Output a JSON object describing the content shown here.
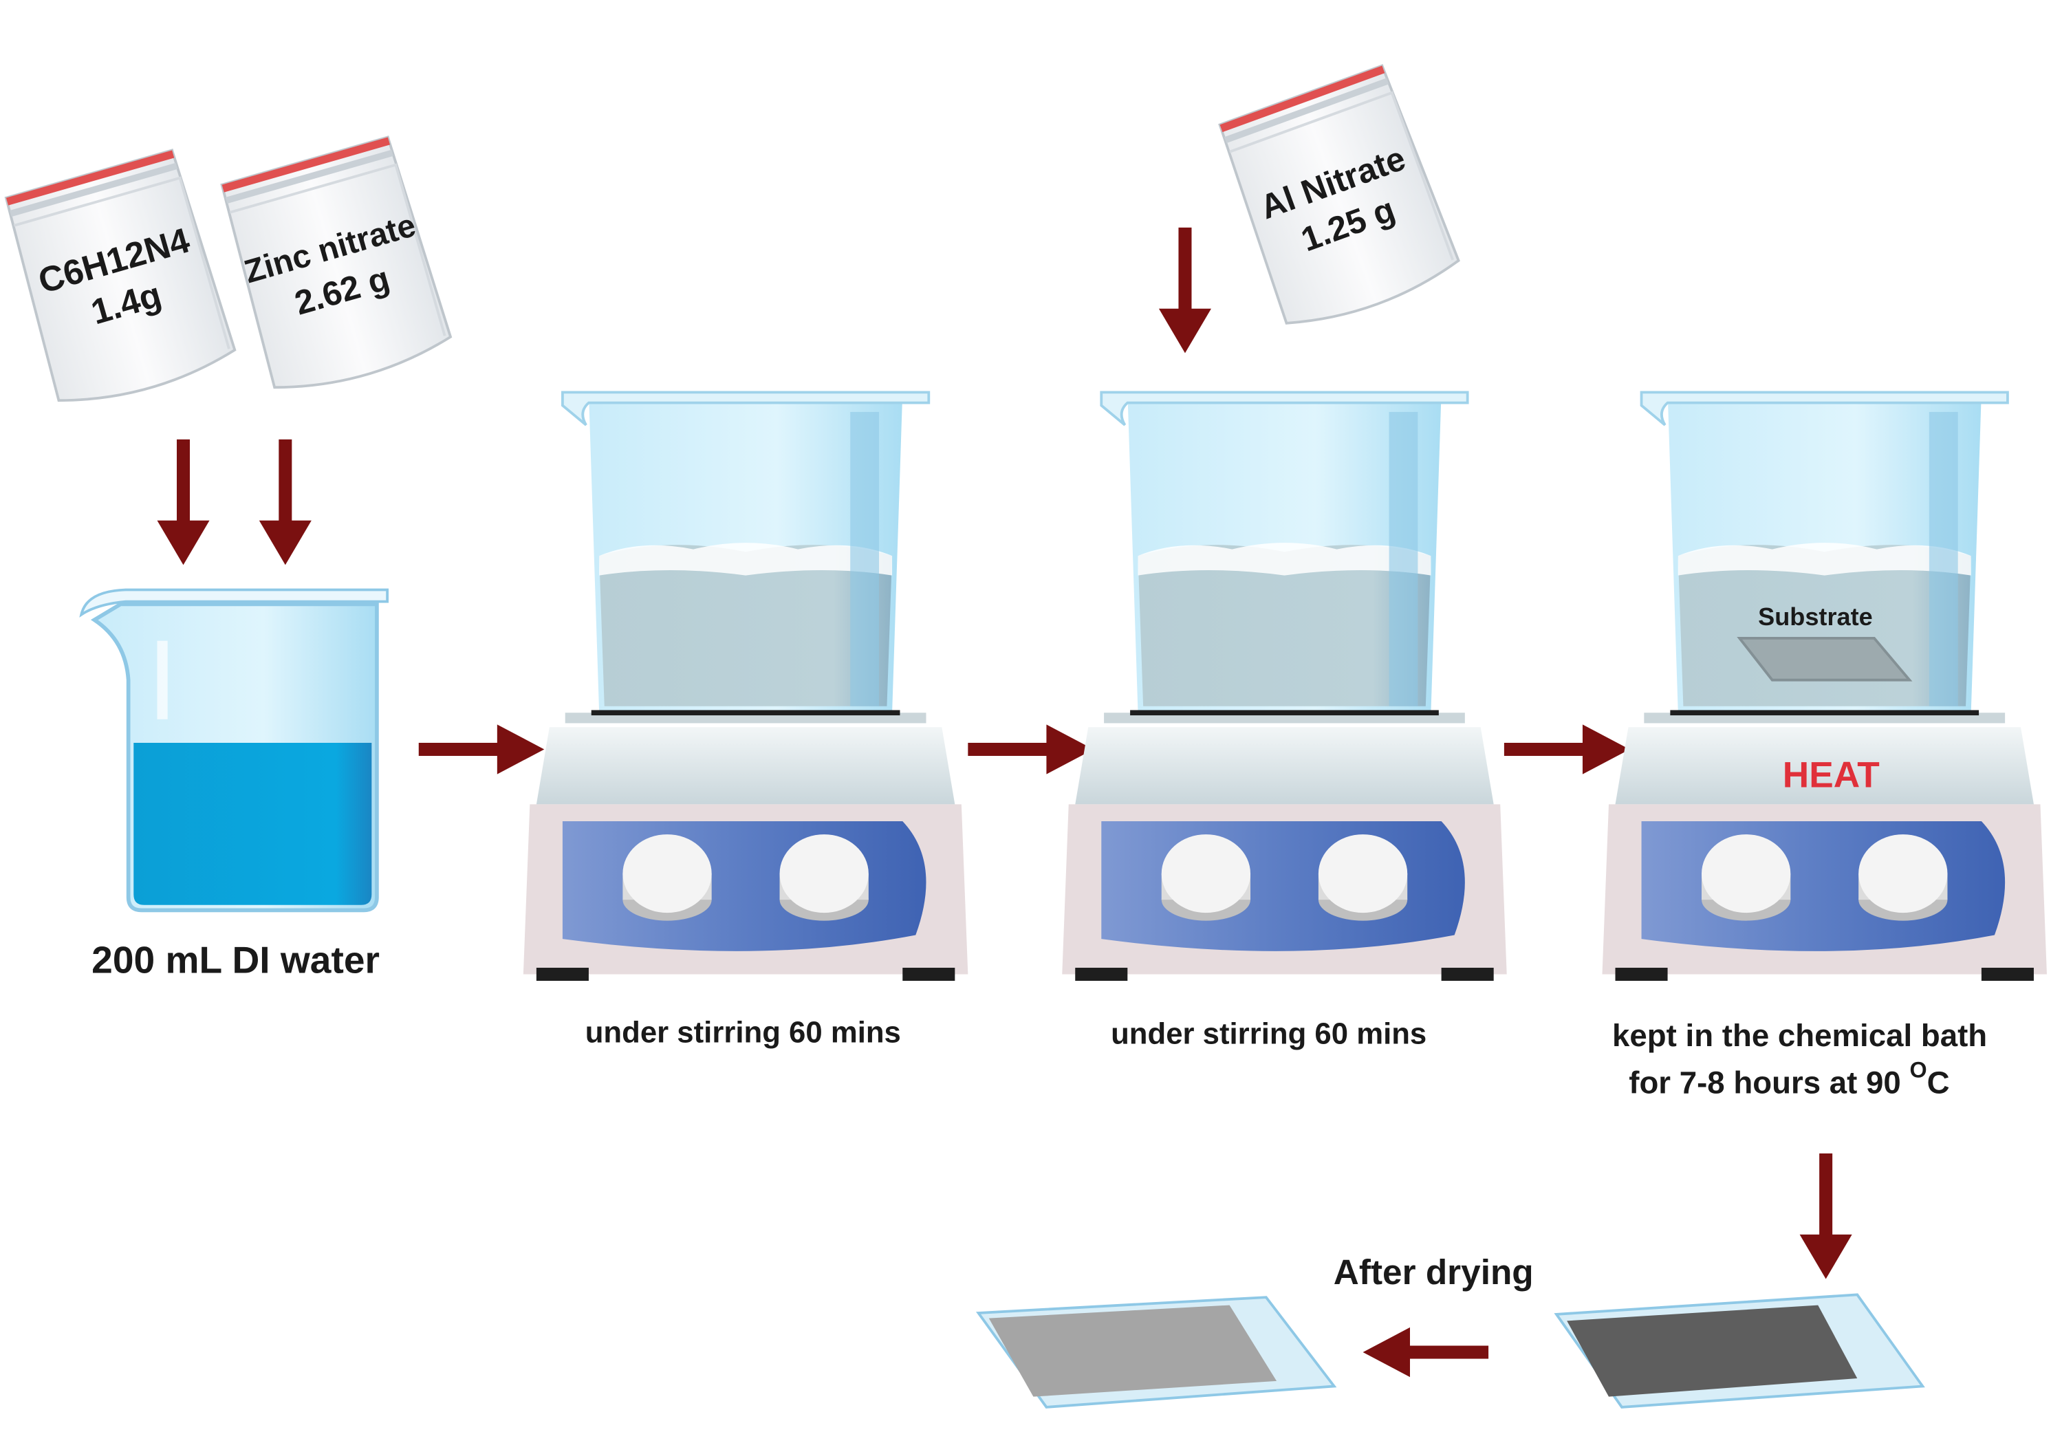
{
  "bags": {
    "hmta": {
      "line1": "C6H12N4",
      "line2": "1.4g"
    },
    "zinc": {
      "line1": "Zinc nitrate",
      "line2": "2.62 g"
    },
    "al": {
      "line1": "Al Nitrate",
      "line2": "1.25 g"
    }
  },
  "labels": {
    "water": "200 mL DI water",
    "stir1": "under stirring 60 mins",
    "stir2": "under stirring 60 mins",
    "bath_line1": "kept in the chemical bath",
    "bath_line2_prefix": "for 7-8 hours at 90 ",
    "bath_degree": "O",
    "bath_unit": "C",
    "substrate": "Substrate",
    "heat": "HEAT",
    "drying": "After drying"
  },
  "colors": {
    "arrow": "#7a1010",
    "water": "#0da7dc",
    "solution": "#b9cfd6",
    "heat_text": "#e0303a",
    "panel": "#5b7cc4",
    "film_wet": "#5e5e5e",
    "film_dry": "#a5a5a5",
    "bag_seal": "#e05050"
  }
}
